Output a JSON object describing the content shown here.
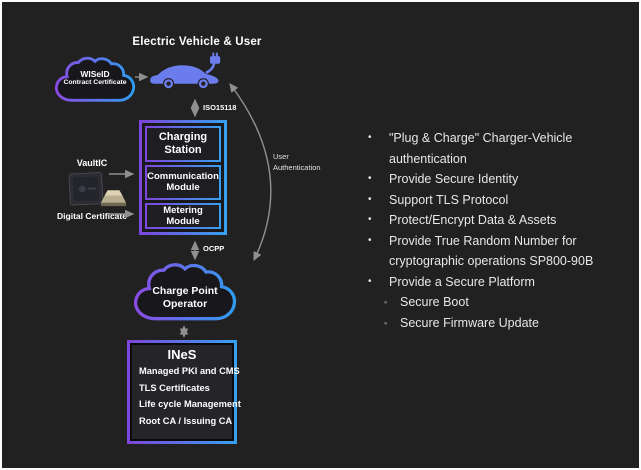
{
  "colors": {
    "background": "#212121",
    "frame": "#fdfdfd",
    "gradient_start": "#7d46dc",
    "gradient_end": "#38a0ee",
    "car": "#6b7cec",
    "arrow": "#909090",
    "text": "#ffffff",
    "bullet_text": "#e7e7e7"
  },
  "diagram": {
    "title": "Electric Vehicle & User",
    "wiseid_cloud": {
      "line1": "WISeID",
      "line2": "Contract Certificate"
    },
    "iso_label": "ISO15118",
    "charging_station": {
      "title": "Charging Station",
      "modules": [
        "Communication Module",
        "Metering Module"
      ]
    },
    "vaultic_label": "VaultIC",
    "digital_certificate_label": "Digital Certificate",
    "ocpp_label": "OCPP",
    "cpo_cloud": {
      "line1": "Charge Point",
      "line2": "Operator"
    },
    "ines": {
      "title": "INeS",
      "items": [
        "Managed PKI and CMS",
        "TLS Certificates",
        "Life cycle Management",
        "Root CA / Issuing CA"
      ]
    },
    "user_auth": {
      "line1": "User",
      "line2": "Authentication"
    }
  },
  "bullets": {
    "bullet_glyph": "•",
    "sub_bullet_glyph": "◦",
    "items": [
      {
        "level": 1,
        "text": "\"Plug & Charge\" Charger-Vehicle authentication"
      },
      {
        "level": 1,
        "text": "Provide Secure Identity"
      },
      {
        "level": 1,
        "text": "Support TLS Protocol"
      },
      {
        "level": 1,
        "text": "Protect/Encrypt Data & Assets"
      },
      {
        "level": 1,
        "text": "Provide True Random Number for cryptographic operations SP800-90B"
      },
      {
        "level": 1,
        "text": "Provide a Secure Platform"
      },
      {
        "level": 2,
        "text": "Secure Boot"
      },
      {
        "level": 2,
        "text": "Secure Firmware Update"
      }
    ]
  }
}
